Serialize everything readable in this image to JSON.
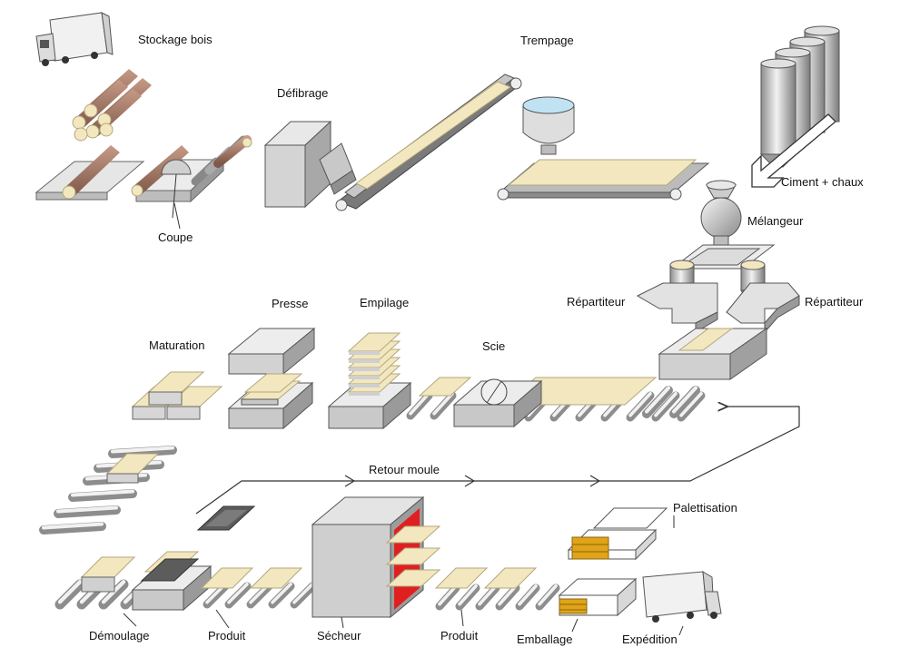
{
  "colors": {
    "wood": "#b08470",
    "wood_dark": "#7a5446",
    "board": "#f2e7bf",
    "board_edge": "#b4a77c",
    "steel_light": "#eaeaea",
    "steel_mid": "#c9c9c9",
    "steel_dark": "#9a9a9a",
    "heater": "#e02020",
    "pallet": "#e0a419",
    "water": "#bfe3f3",
    "mould": "#5c5c5c",
    "line": "#333333"
  },
  "labels": {
    "stockage_bois": "Stockage bois",
    "coupe": "Coupe",
    "defibrage": "Défibrage",
    "trempage": "Trempage",
    "ciment_chaux": "Ciment + chaux",
    "melangeur": "Mélangeur",
    "repartiteur_left": "Répartiteur",
    "repartiteur_right": "Répartiteur",
    "maturation": "Maturation",
    "presse": "Presse",
    "empilage": "Empilage",
    "scie": "Scie",
    "retour_moule": "Retour moule",
    "demoulage": "Démoulage",
    "produit_1": "Produit",
    "secheur": "Sécheur",
    "produit_2": "Produit",
    "emballage": "Emballage",
    "palettisation": "Palettisation",
    "expedition": "Expédition"
  }
}
